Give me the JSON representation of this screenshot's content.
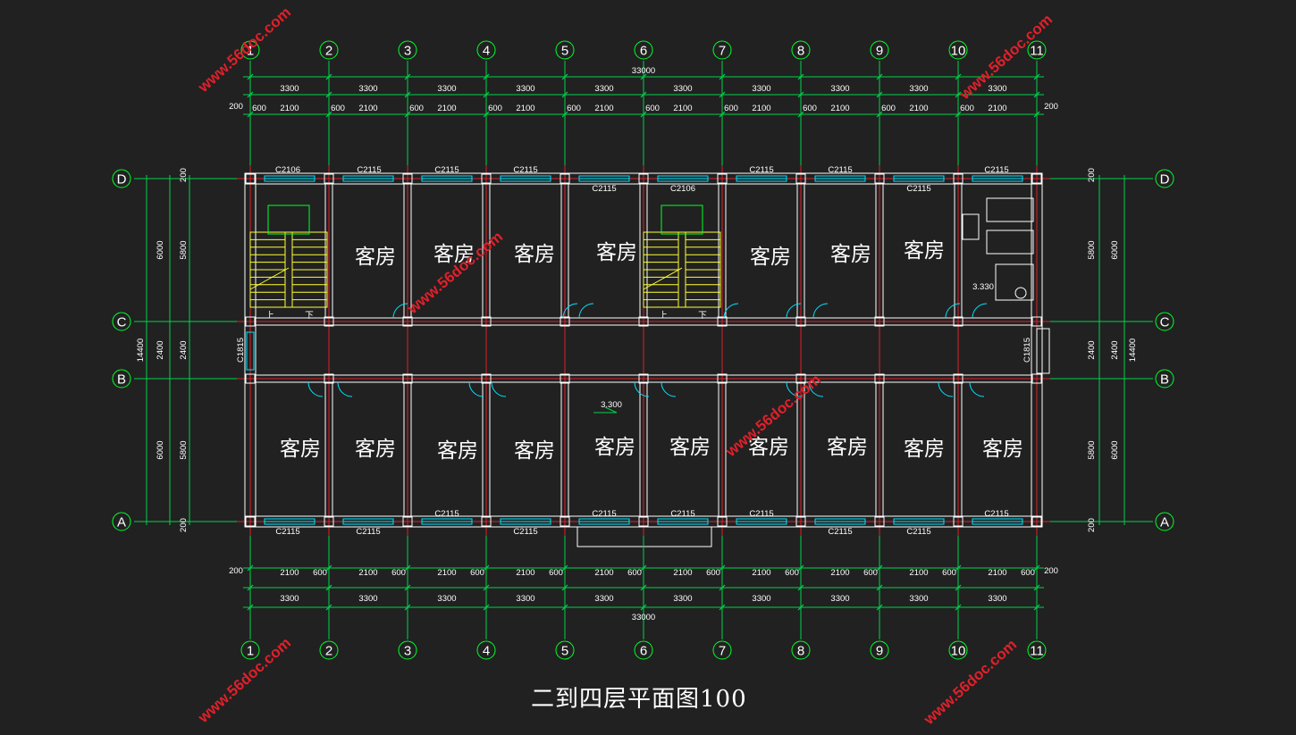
{
  "drawing": {
    "title": "二到四层平面图100",
    "room_label": "客房",
    "column_axes": [
      "1",
      "2",
      "3",
      "4",
      "5",
      "6",
      "7",
      "8",
      "9",
      "10",
      "11"
    ],
    "row_axes": [
      "D",
      "C",
      "B",
      "A"
    ],
    "overall_length": "33000",
    "bay_dim": "3300",
    "edge_offset": "200",
    "small_dims": [
      "600",
      "2100",
      "600"
    ],
    "overall_depth": "14400",
    "room_depth_outer": "6000",
    "room_depth_inner": "5800",
    "corridor_width": "2400",
    "edge_200": "200",
    "windows": {
      "top": [
        "C2106",
        "C2115",
        "C2115",
        "C2115",
        "C2115",
        "C2115",
        "C2115"
      ],
      "top_inner": [
        "C2115",
        "C2106",
        "C2115"
      ],
      "bottom_row1": [
        "C2115",
        "C2115",
        "C2115",
        "C2115",
        "C2115"
      ],
      "bottom_row2": [
        "C2115",
        "C2115",
        "C2115",
        "C2115",
        "C2115"
      ],
      "side": "C1815"
    },
    "level_marks": [
      "3.300",
      "3.330"
    ],
    "stair_marks": [
      "上",
      "下"
    ],
    "watermark": "www.56doc.com"
  },
  "colors": {
    "background": "#212121",
    "axis_line": "#e0202a",
    "grid_bubble": "#00ff2a",
    "dimension": "#00d24c",
    "wall": "#ffffff",
    "window": "#00e5ff",
    "stair": "#ffff33",
    "watermark": "#e0202a"
  }
}
